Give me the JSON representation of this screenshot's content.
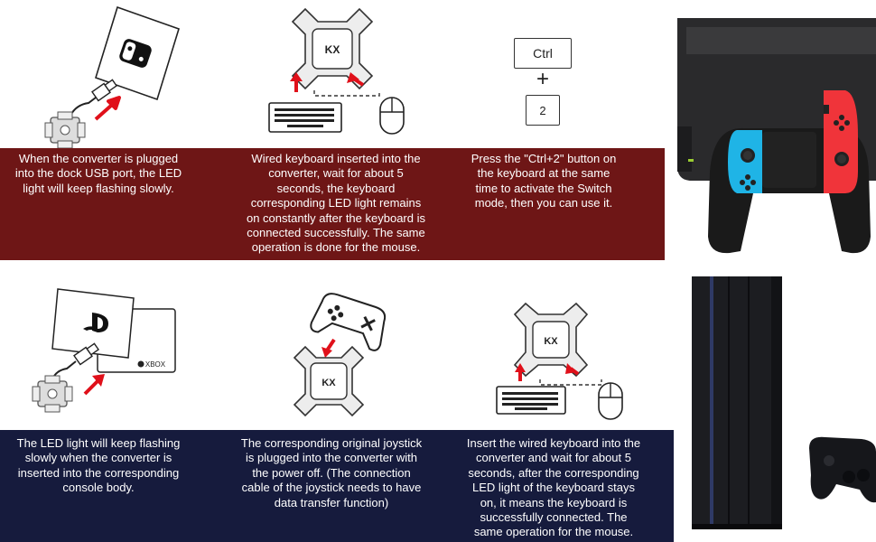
{
  "switch_section": {
    "steps": [
      {
        "text": "When the converter is plugged\ninto the dock USB port, the LED\nlight will keep flashing slowly."
      },
      {
        "text": "Wired keyboard inserted into the\nconverter, wait for about 5\nseconds, the keyboard\ncorresponding LED light remains\non constantly after the keyboard is\nconnected successfully. The same\noperation is done for the mouse."
      },
      {
        "text": "Press the \"Ctrl+2\" button on\nthe keyboard at the same\ntime to activate the Switch\nmode, then you can use it."
      }
    ],
    "key_ctrl": "Ctrl",
    "key_plus": "+",
    "key_2": "2",
    "converter_label": "KX"
  },
  "playstation_section": {
    "steps": [
      {
        "text": "The LED light will keep flashing\nslowly when the converter is\ninserted into the corresponding\nconsole body."
      },
      {
        "text": "The corresponding original joystick\nis plugged into the converter with\nthe power off. (The connection\ncable of the joystick needs to have\ndata transfer function)"
      },
      {
        "text": "Insert the wired keyboard into the\nconverter and wait for about 5\nseconds, after the corresponding\nLED light of the keyboard stays\non, it means the keyboard is\nsuccessfully connected. The\nsame operation for the mouse."
      }
    ],
    "xbox_label": "XBOX",
    "converter_label": "KX"
  },
  "colors": {
    "accent_arrow": "#e0101a",
    "top_band": "#6e1616",
    "bottom_band": "#161b3d",
    "joycon_blue": "#1fb4e6",
    "joycon_red": "#f0343a"
  },
  "icons": [
    "switch-card-icon",
    "usb-plug-icon",
    "converter-icon",
    "keyboard-icon",
    "mouse-icon",
    "ps-card-icon",
    "xbox-card-icon",
    "gamepad-icon",
    "nintendo-switch-photo",
    "ps4-console-photo"
  ]
}
